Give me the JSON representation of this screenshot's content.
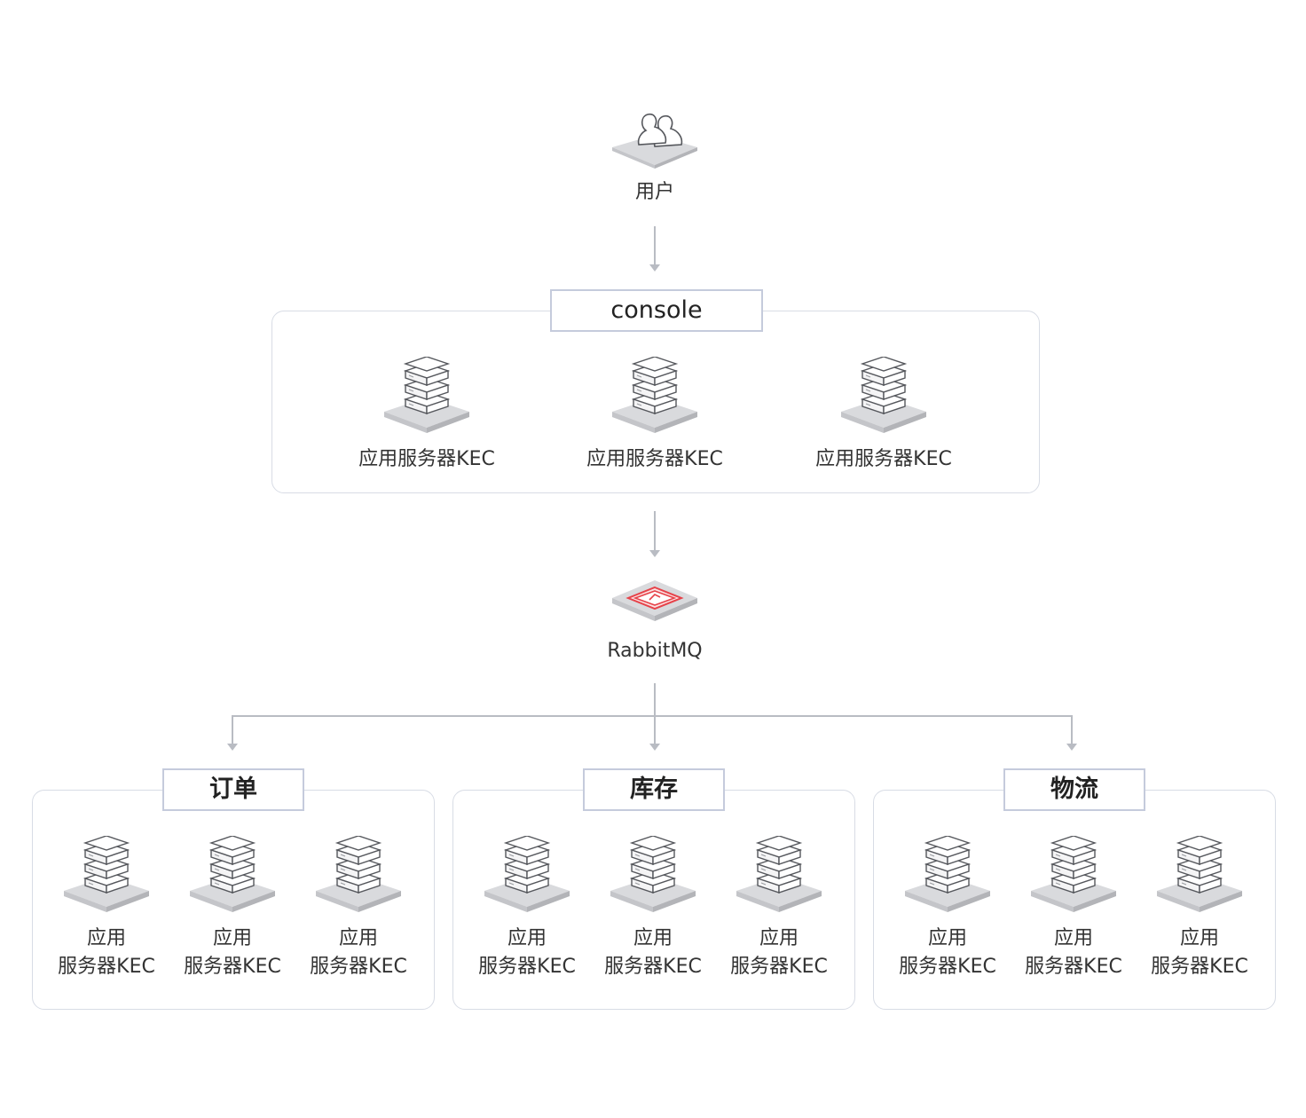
{
  "colors": {
    "line": "#b9bcc3",
    "box_border": "#d8dce5",
    "title_border": "#c5cbdc",
    "icon_base": "#e2e3e6",
    "icon_stroke": "#6b6d73",
    "accent_red": "#e6434a"
  },
  "user": {
    "label": "用户",
    "icon": "users-icon"
  },
  "console": {
    "title": "console",
    "servers": [
      {
        "label": "应用服务器KEC"
      },
      {
        "label": "应用服务器KEC"
      },
      {
        "label": "应用服务器KEC"
      }
    ]
  },
  "mq": {
    "label": "RabbitMQ",
    "icon": "rabbitmq-icon"
  },
  "groups": [
    {
      "title": "订单",
      "servers": [
        {
          "line1": "应用",
          "line2": "服务器KEC"
        },
        {
          "line1": "应用",
          "line2": "服务器KEC"
        },
        {
          "line1": "应用",
          "line2": "服务器KEC"
        }
      ]
    },
    {
      "title": "库存",
      "servers": [
        {
          "line1": "应用",
          "line2": "服务器KEC"
        },
        {
          "line1": "应用",
          "line2": "服务器KEC"
        },
        {
          "line1": "应用",
          "line2": "服务器KEC"
        }
      ]
    },
    {
      "title": "物流",
      "servers": [
        {
          "line1": "应用",
          "line2": "服务器KEC"
        },
        {
          "line1": "应用",
          "line2": "服务器KEC"
        },
        {
          "line1": "应用",
          "line2": "服务器KEC"
        }
      ]
    }
  ]
}
